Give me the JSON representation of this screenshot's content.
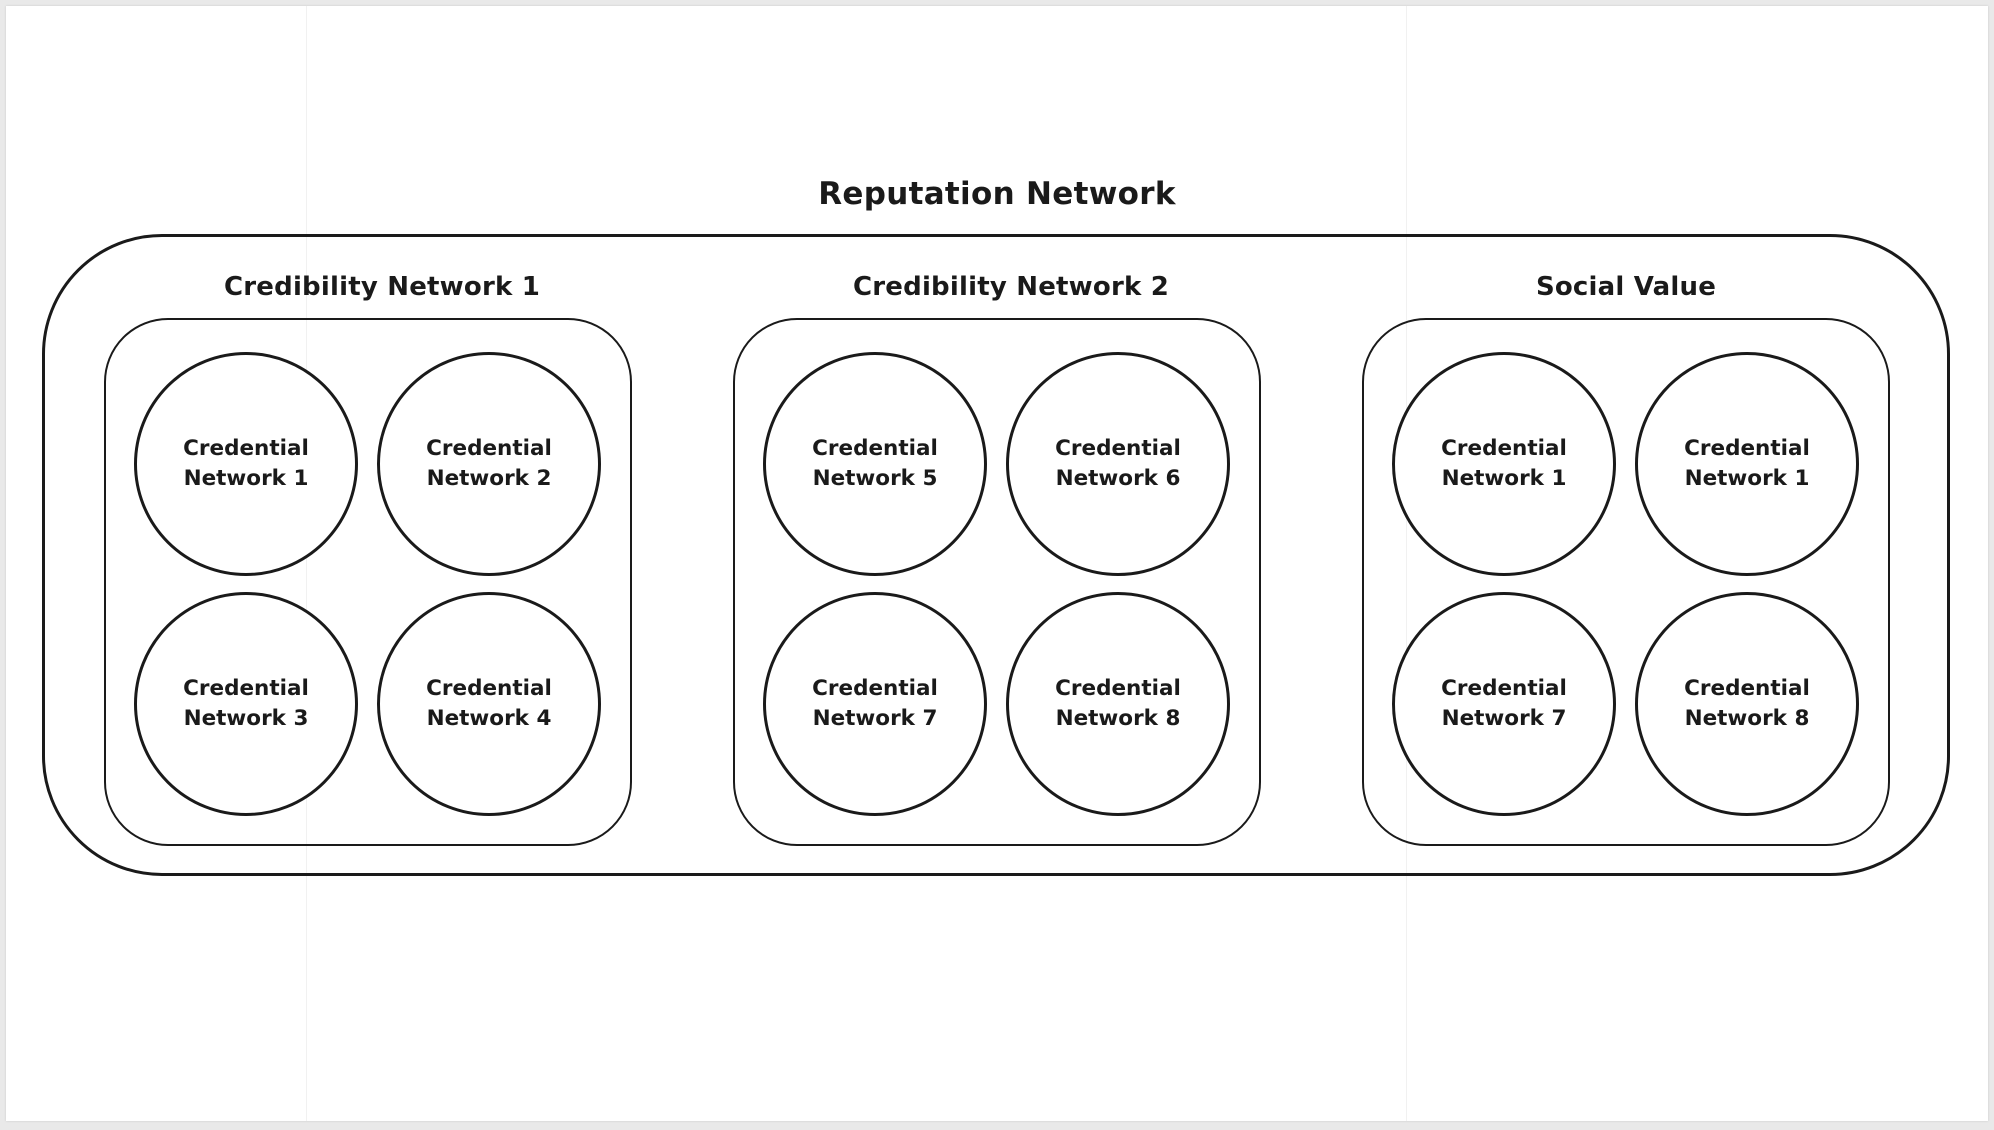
{
  "diagram": {
    "title": "Reputation Network",
    "groups": [
      {
        "title": "Credibility Network 1",
        "nodes": [
          {
            "line1": "Credential",
            "line2": "Network 1"
          },
          {
            "line1": "Credential",
            "line2": "Network 2"
          },
          {
            "line1": "Credential",
            "line2": "Network 3"
          },
          {
            "line1": "Credential",
            "line2": "Network 4"
          }
        ]
      },
      {
        "title": "Credibility Network 2",
        "nodes": [
          {
            "line1": "Credential",
            "line2": "Network 5"
          },
          {
            "line1": "Credential",
            "line2": "Network 6"
          },
          {
            "line1": "Credential",
            "line2": "Network 7"
          },
          {
            "line1": "Credential",
            "line2": "Network 8"
          }
        ]
      },
      {
        "title": "Social Value",
        "nodes": [
          {
            "line1": "Credential",
            "line2": "Network 1"
          },
          {
            "line1": "Credential",
            "line2": "Network 1"
          },
          {
            "line1": "Credential",
            "line2": "Network 7"
          },
          {
            "line1": "Credential",
            "line2": "Network 8"
          }
        ]
      }
    ]
  }
}
